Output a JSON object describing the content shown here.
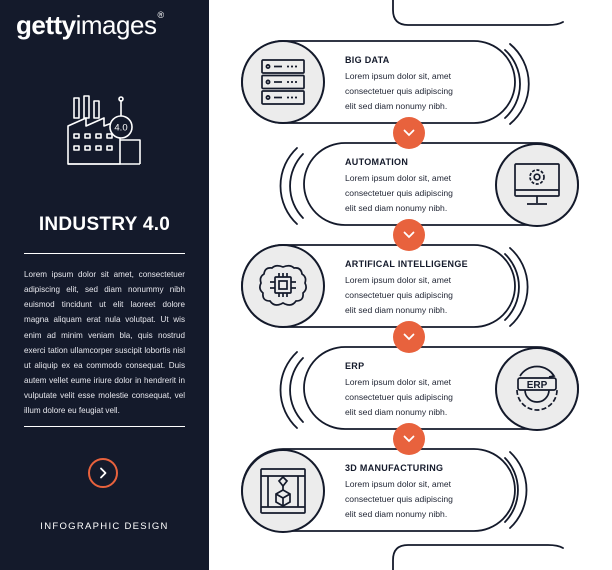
{
  "left_panel": {
    "logo": {
      "bold": "getty",
      "light": "images",
      "mark": "®"
    },
    "title": "INDUSTRY 4.0",
    "factory_badge": "4.0",
    "body": "Lorem ipsum dolor sit amet, consectetuer adipiscing elit, sed diam nonummy nibh euismod tincidunt ut elit laoreet dolore magna aliquam erat nula volutpat. Ut wis enim ad minim veniam bla, quis nostrud exerci tation ullamcorper suscipit lobortis nisl ut aliquip ex ea commodo consequat. Duis autem vellet eume iriure dolor in hendrerit in vulputate velit esse molestie consequat, vel illum dolore eu feugiat vell.",
    "footer": "INFOGRAPHIC DESIGN",
    "accent_color": "#e8623d",
    "bg_color": "#141a2b"
  },
  "steps": [
    {
      "title": "BIG DATA",
      "icon": "server-icon",
      "desc_lines": [
        "Lorem ipsum dolor sit, amet",
        "consectetuer quis adipiscing",
        "elit sed diam nonumy nibh."
      ]
    },
    {
      "title": "AUTOMATION",
      "icon": "computer-gear-icon",
      "desc_lines": [
        "Lorem ipsum dolor sit, amet",
        "consectetuer quis adipiscing",
        "elit sed diam nonumy nibh."
      ]
    },
    {
      "title": "ARTIFICAL INTELLIGENGE",
      "icon": "brain-chip-icon",
      "desc_lines": [
        "Lorem ipsum dolor sit, amet",
        "consectetuer quis adipiscing",
        "elit sed diam nonumy nibh."
      ]
    },
    {
      "title": "ERP",
      "icon": "erp-gear-icon",
      "erp_label": "ERP",
      "desc_lines": [
        "Lorem ipsum dolor sit, amet",
        "consectetuer quis adipiscing",
        "elit sed diam nonumy nibh."
      ]
    },
    {
      "title": "3D MANUFACTURING",
      "icon": "3d-print-icon",
      "desc_lines": [
        "Lorem ipsum dolor sit, amet",
        "consectetuer quis adipiscing",
        "elit sed diam nonumy nibh."
      ]
    }
  ]
}
